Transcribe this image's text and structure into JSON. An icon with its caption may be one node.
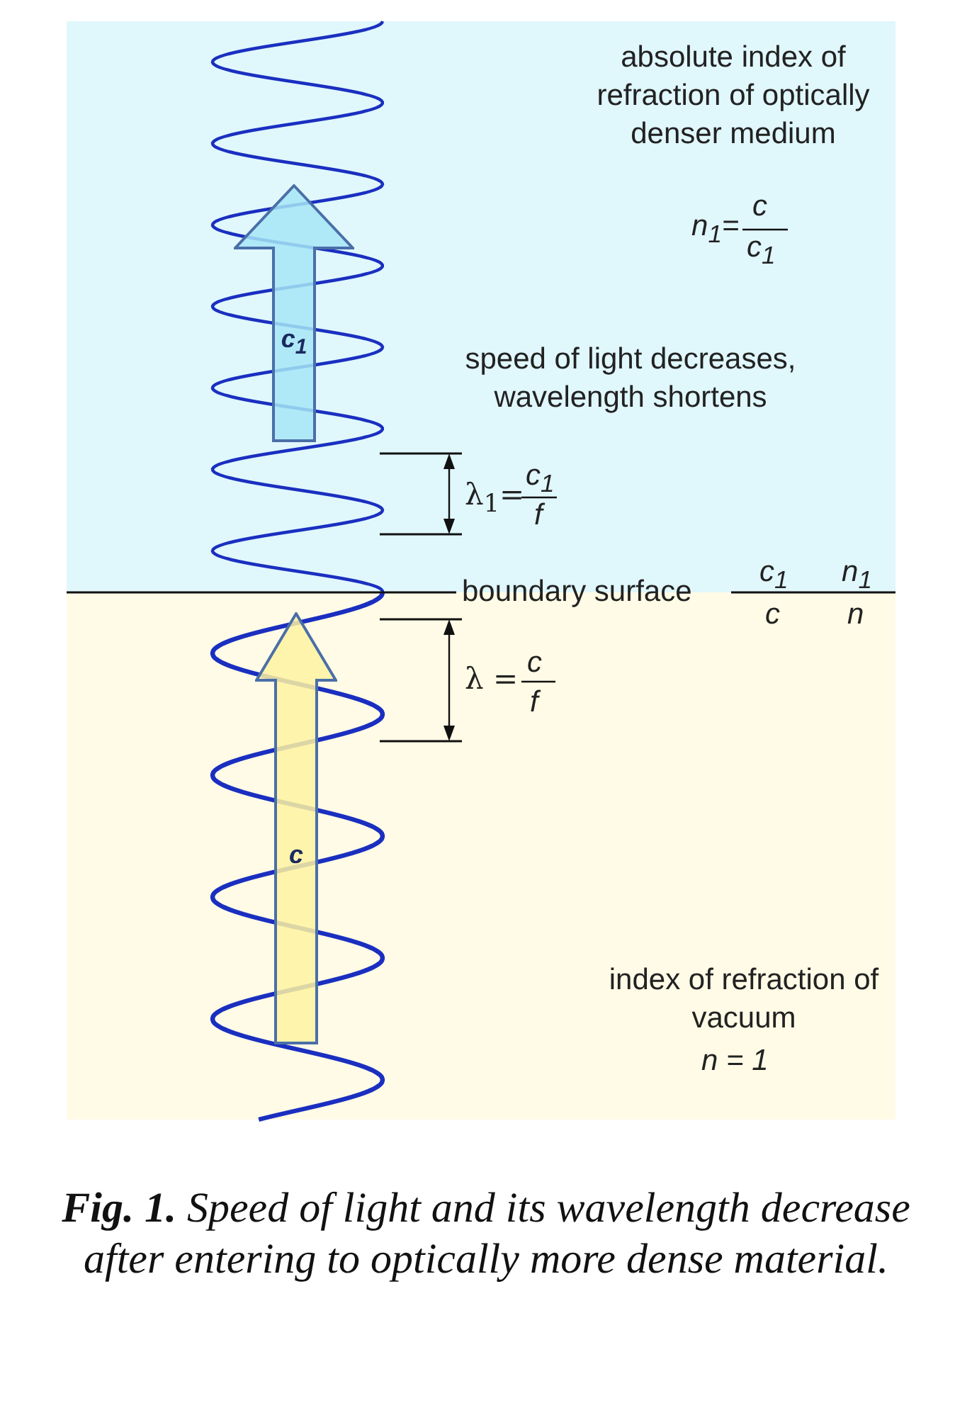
{
  "diagram": {
    "caption": "**Fig. 1.** Speed of light and its wavelength decrease after entering to optically more dense material.",
    "nodes": [
      {
        "text": [
          "c$_{1}$"
        ]
      },
      {
        "text": [
          "c"
        ]
      }
    ],
    "labels": [
      "absolute index of refraction of optically denser medium",
      "n$_{1}$=",
      "c",
      "c$_{1}$",
      "speed of light decreases, wavelength shortens",
      "λ$_{1}$=",
      "c$_{1}$",
      "f",
      "boundary surface",
      "c$_{1}$",
      "c",
      "n$_{1}$",
      "n",
      "λ =",
      "c",
      "f",
      "index of refraction of vacuum",
      "n = 1"
    ]
  }
}
